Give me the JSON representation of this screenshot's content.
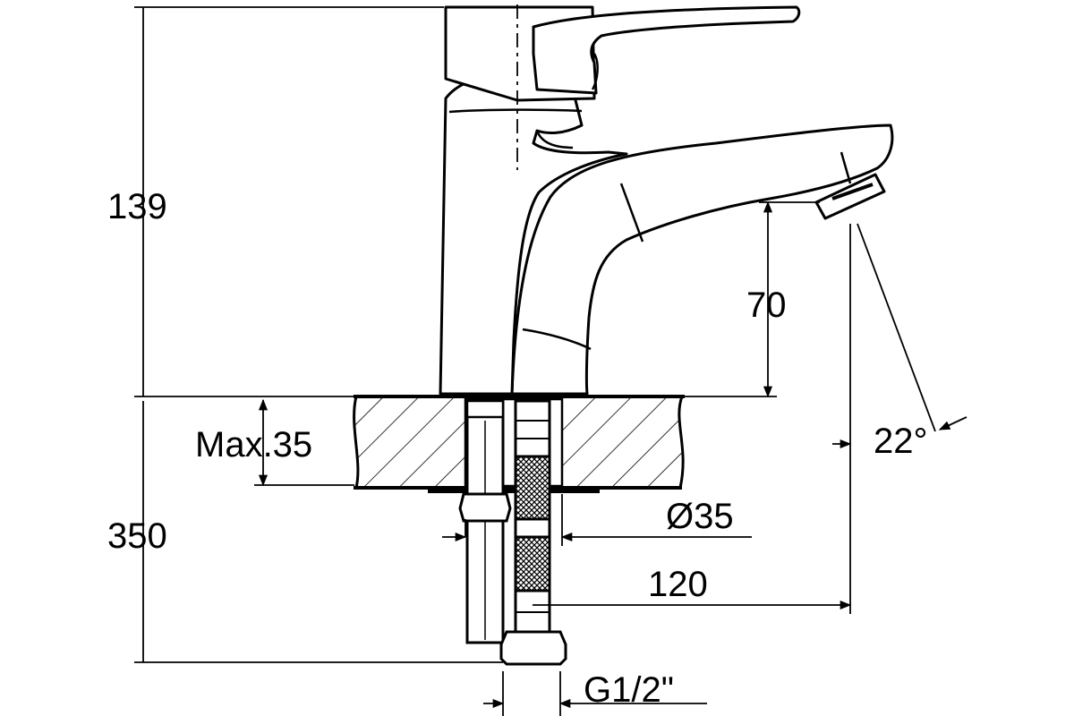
{
  "diagram": {
    "dimensions": {
      "total_height": "139",
      "spout_clearance": "70",
      "max_thickness": "Max.35",
      "hose_length": "350",
      "hole_diameter": "Ø35",
      "spout_reach": "120",
      "connection": "G1/2\"",
      "spout_angle": "22°"
    }
  }
}
